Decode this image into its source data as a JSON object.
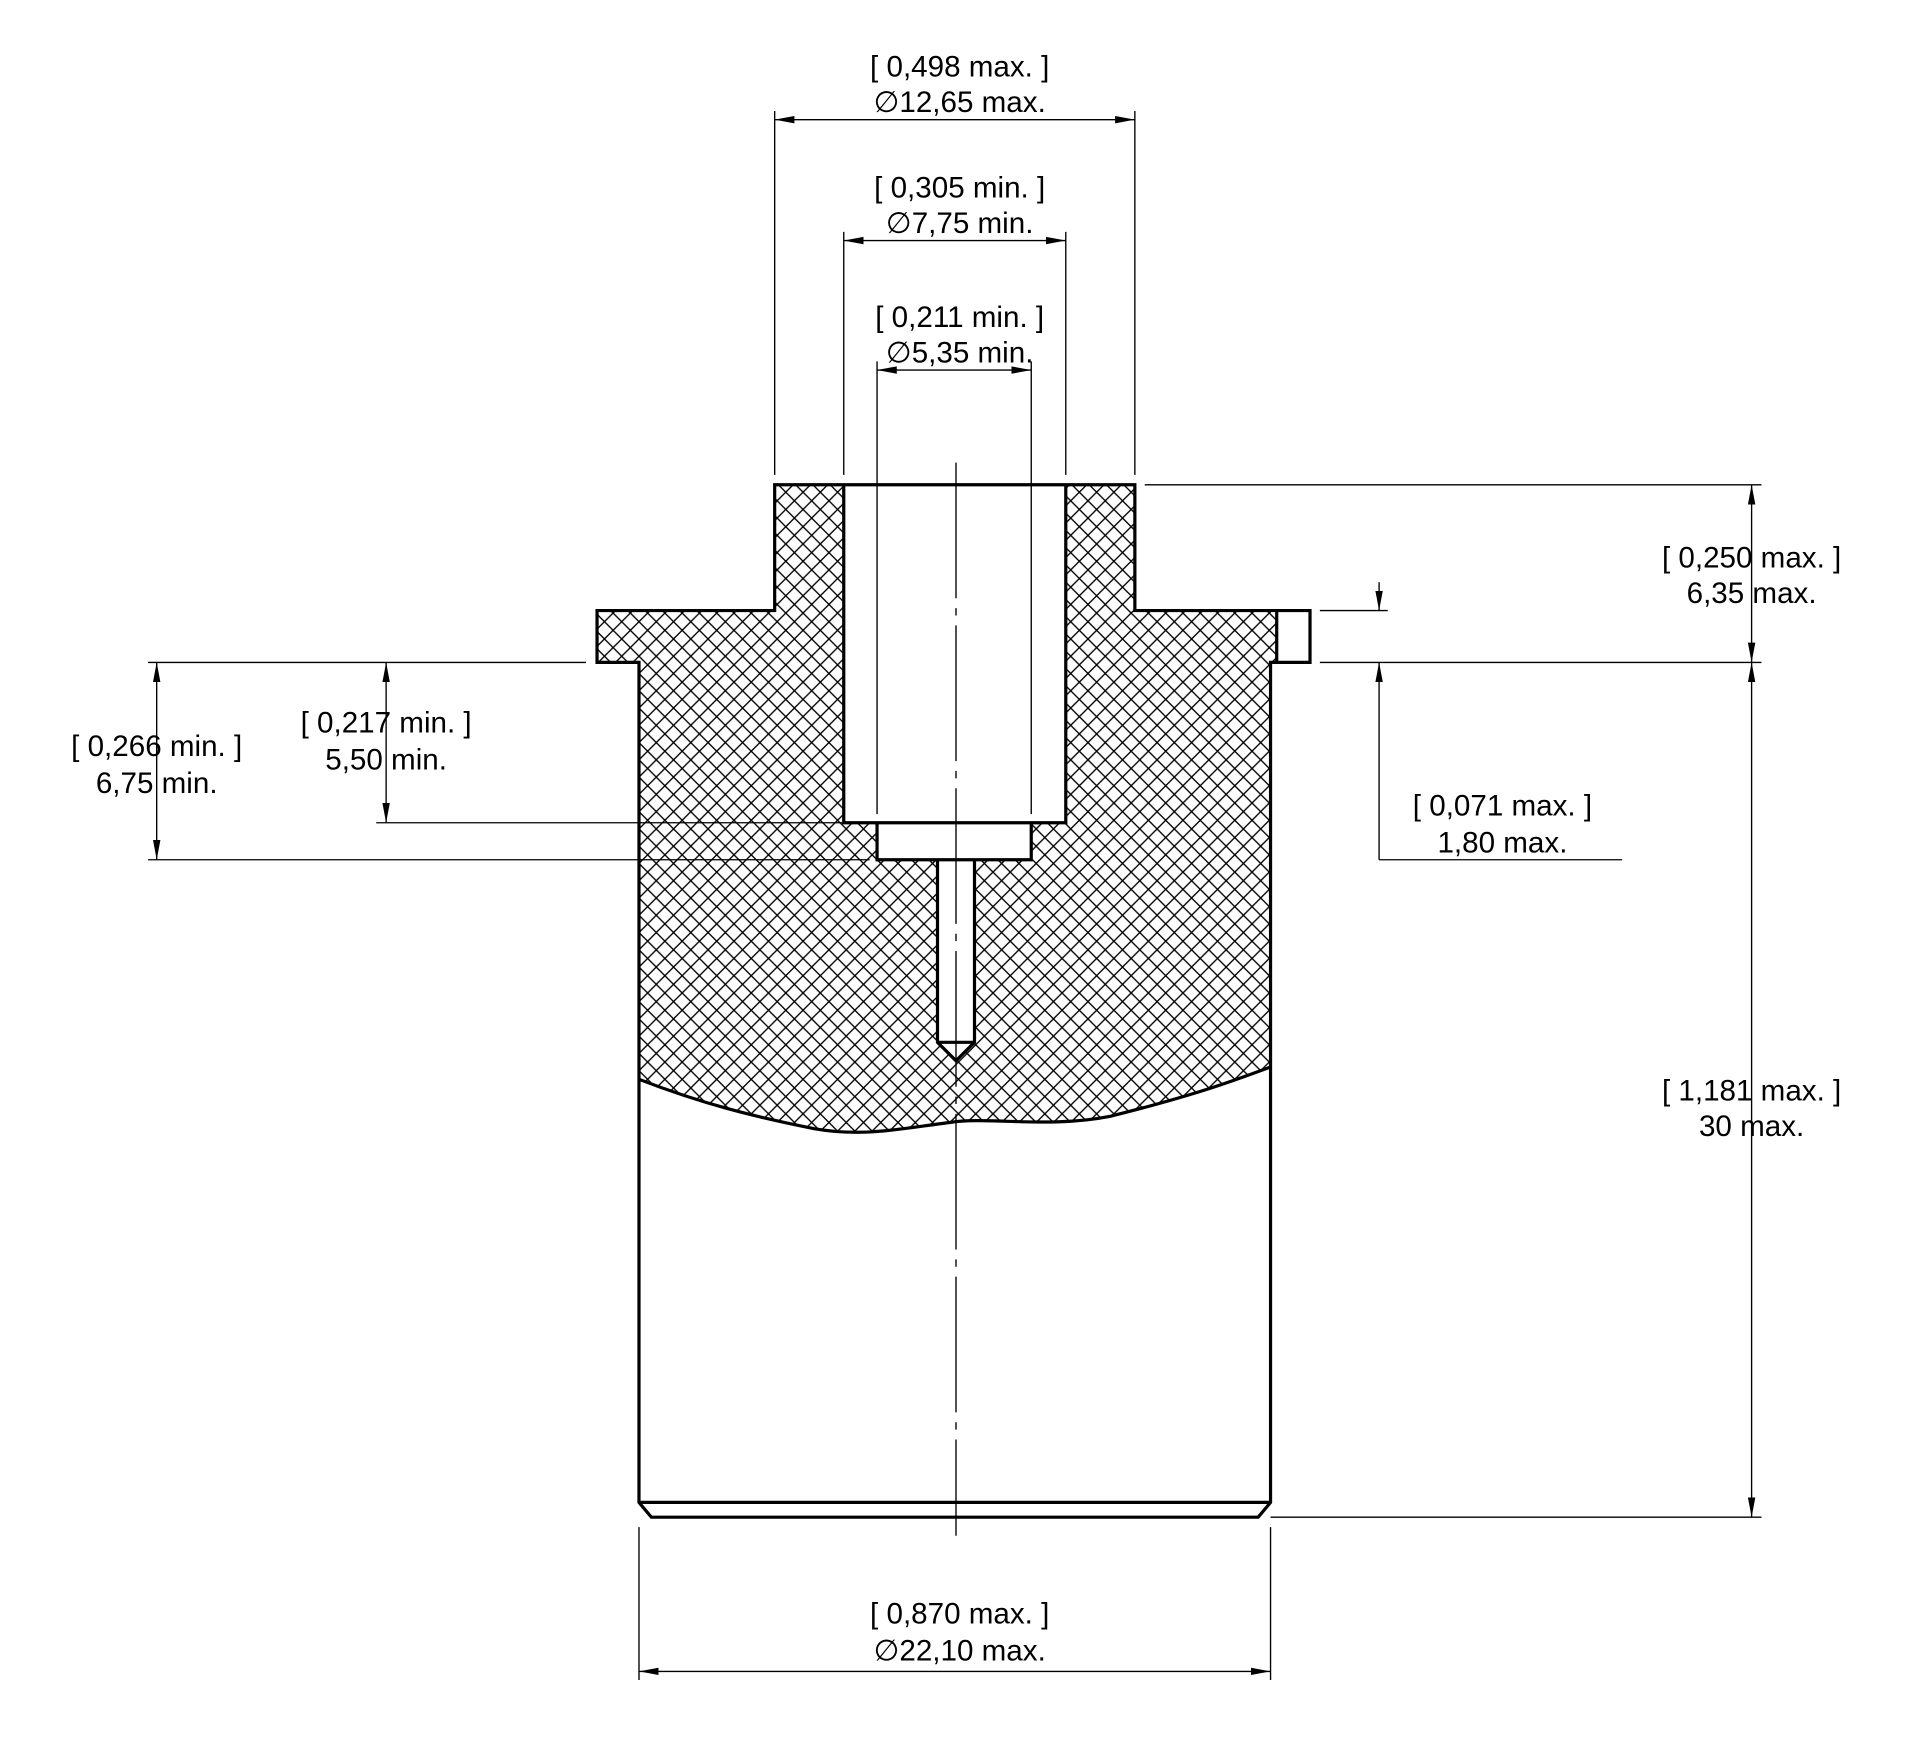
{
  "drawing": {
    "colors": {
      "line": "#000000",
      "background": "#ffffff"
    },
    "dimensions": [
      {
        "id": "top-outer-diameter",
        "imperial": "0,498 max.",
        "metric": "12,65 max.",
        "diameter": true
      },
      {
        "id": "bore-diameter",
        "imperial": "0,305 min.",
        "metric": "7,75 min.",
        "diameter": true
      },
      {
        "id": "counterbore-diameter",
        "imperial": "0,211 min.",
        "metric": "5,35 min.",
        "diameter": true
      },
      {
        "id": "pillar-height",
        "imperial": "0,250 max.",
        "metric": "6,35 max.",
        "diameter": false
      },
      {
        "id": "recess-depth",
        "imperial": "0,071 max.",
        "metric": "1,80 max.",
        "diameter": false
      },
      {
        "id": "overall-length",
        "imperial": "1,181 max.",
        "metric": "30 max.",
        "diameter": false
      },
      {
        "id": "counterbore-depth",
        "imperial": "0,266 min.",
        "metric": "6,75 min.",
        "diameter": false
      },
      {
        "id": "bore-depth",
        "imperial": "0,217 min.",
        "metric": "5,50 min.",
        "diameter": false
      },
      {
        "id": "body-diameter",
        "imperial": "0,870 max.",
        "metric": "22,10 max.",
        "diameter": true
      }
    ],
    "diameter_symbol": "∅"
  }
}
